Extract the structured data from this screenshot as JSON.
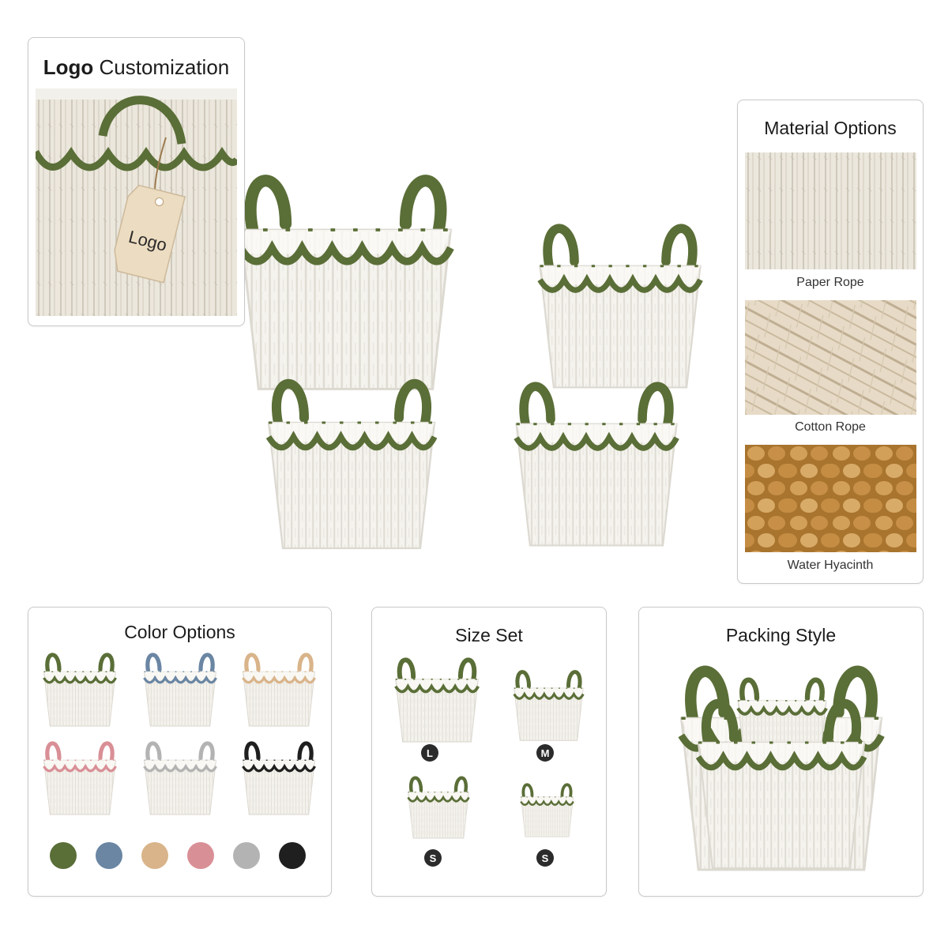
{
  "logo_panel": {
    "title_strong": "Logo",
    "title_rest": " Customization",
    "tag_text": "Logo"
  },
  "material_panel": {
    "title": "Material Options",
    "items": [
      {
        "label": "Paper Rope"
      },
      {
        "label": "Cotton Rope"
      },
      {
        "label": "Water Hyacinth"
      }
    ]
  },
  "color_panel": {
    "title": "Color Options",
    "swatches": [
      {
        "hex": "#5a6e37"
      },
      {
        "hex": "#6a86a3"
      },
      {
        "hex": "#d9b48a"
      },
      {
        "hex": "#d98f96"
      },
      {
        "hex": "#b3b3b3"
      },
      {
        "hex": "#1f1f1f"
      }
    ]
  },
  "size_panel": {
    "title": "Size Set",
    "sizes": [
      {
        "label": "L"
      },
      {
        "label": "M"
      },
      {
        "label": "S"
      },
      {
        "label": "S"
      }
    ]
  },
  "packing_panel": {
    "title": "Packing Style"
  },
  "colors": {
    "accent_green": "#5a6e37",
    "basket_white": "#f4f2ec"
  }
}
